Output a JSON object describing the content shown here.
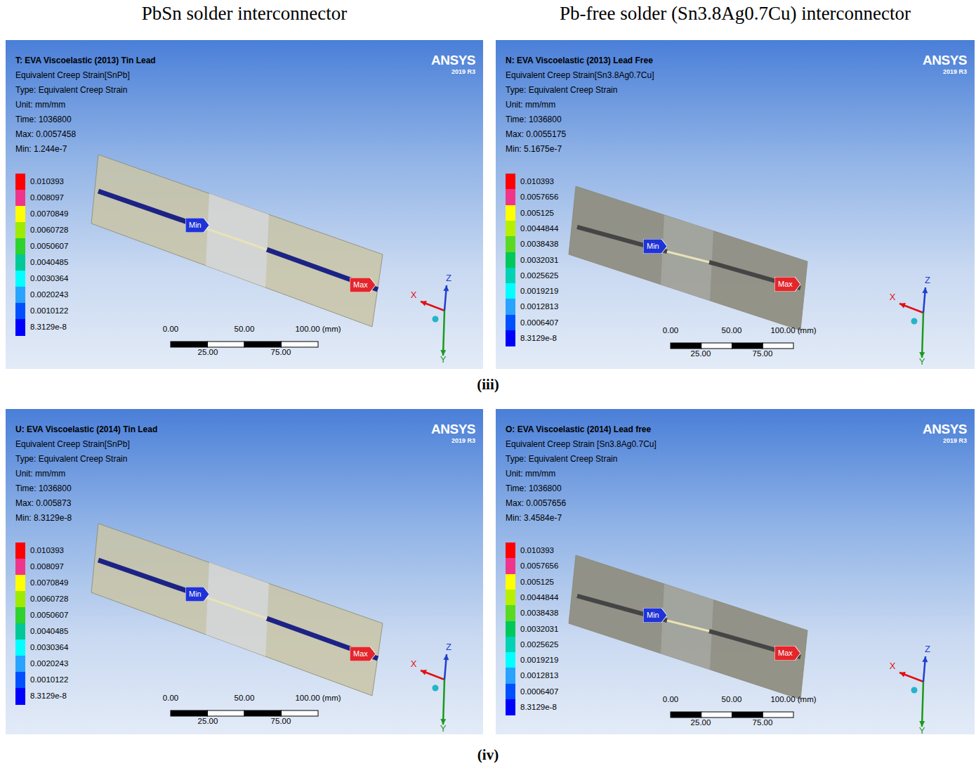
{
  "diagram": {
    "nodes": [
      {
        "text": [
          "T: EVA Viscoelastic (2013) Tin Lead",
          "Equivalent Creep Strain[SnPb]",
          "Type: Equivalent Creep Strain",
          "Unit: mm/mm",
          "Time: 1036800",
          "Max: 0.0057458",
          "Min: 1.244e-7",
          "ANSYS",
          "2019 R3"
        ]
      },
      {
        "text": [
          "Min"
        ],
        "in": 0
      },
      {
        "text": [
          "Max"
        ],
        "in": 0
      },
      {
        "text": [
          "N: EVA Viscoelastic (2013) Lead Free",
          "Equivalent Creep Strain[Sn3.8Ag0.7Cu]",
          "Type: Equivalent Creep Strain",
          "Unit: mm/mm",
          "Time: 1036800",
          "Max: 0.0055175",
          "Min: 5.1675e-7",
          "ANSYS",
          "2019 R3"
        ]
      },
      {
        "text": [
          "Min"
        ],
        "in": 3
      },
      {
        "text": [
          "Max"
        ],
        "in": 3
      },
      {
        "text": [
          "U: EVA Viscoelastic (2014) Tin Lead",
          "Equivalent Creep Strain[SnPb]",
          "Type: Equivalent Creep Strain",
          "Unit: mm/mm",
          "Time: 1036800",
          "Max: 0.005873",
          "Min: 8.3129e-8",
          "ANSYS",
          "2019 R3"
        ]
      },
      {
        "text": [
          "Min"
        ],
        "in": 6
      },
      {
        "text": [
          "Max"
        ],
        "in": 6
      },
      {
        "text": [
          "O: EVA Viscoelastic (2014) Lead free",
          "Equivalent Creep Strain [Sn3.8Ag0.7Cu]",
          "Type: Equivalent Creep Strain",
          "Unit: mm/mm",
          "Time: 1036800",
          "Max: 0.0057656",
          "Min: 3.4584e-7",
          "ANSYS",
          "2019 R3"
        ]
      },
      {
        "text": [
          "Min"
        ],
        "in": 9
      },
      {
        "text": [
          "Max"
        ],
        "in": 9
      }
    ],
    "labels": [
      "PbSn solder interconnector",
      "Pb-free solder (Sn3.8Ag0.7Cu) interconnector",
      "0.00",
      "50.00",
      "100.00 (mm)",
      "25.00",
      "75.00",
      "X",
      "Z",
      "Y",
      "0.00",
      "50.00",
      "100.00 (mm)",
      "25.00",
      "75.00",
      "X",
      "Z",
      "Y",
      "0.00",
      "50.00",
      "100.00 (mm)",
      "25.00",
      "75.00",
      "X",
      "Z",
      "Y",
      "0.00",
      "50.00",
      "100.00 (mm)",
      "25.00",
      "75.00",
      "X",
      "Z",
      "Y",
      "(iii)",
      "(iv)"
    ],
    "legend": [
      {
        "text": "0.010393",
        "color": "#ff0000"
      },
      {
        "text": "0.008097",
        "color": "#f0348c"
      },
      {
        "text": "0.0070849",
        "color": "#ffff00"
      },
      {
        "text": "0.0060728",
        "color": "#9eea00"
      },
      {
        "text": "0.0050607",
        "color": "#2fd12f"
      },
      {
        "text": "0.0040485",
        "color": "#00c896"
      },
      {
        "text": "0.0030364",
        "color": "#00ffff"
      },
      {
        "text": "0.0020243",
        "color": "#29a3ff"
      },
      {
        "text": "0.0010122",
        "color": "#0050ff"
      },
      {
        "text": "8.3129e-8",
        "color": "#0000ff"
      },
      {
        "text": "0.010393",
        "color": "#ff0000"
      },
      {
        "text": "0.0057656",
        "color": "#f0348c"
      },
      {
        "text": "0.005125",
        "color": "#ffff00"
      },
      {
        "text": "0.0044844",
        "color": "#b6f000"
      },
      {
        "text": "0.0038438",
        "color": "#5ad923"
      },
      {
        "text": "0.0032031",
        "color": "#00c85a"
      },
      {
        "text": "0.0025625",
        "color": "#00d2b4"
      },
      {
        "text": "0.0019219",
        "color": "#00ffff"
      },
      {
        "text": "0.0012813",
        "color": "#29a3ff"
      },
      {
        "text": "0.0006407",
        "color": "#0050ff"
      },
      {
        "text": "8.3129e-8",
        "color": "#0000ff"
      },
      {
        "text": "0.010393",
        "color": "#ff0000"
      },
      {
        "text": "0.008097",
        "color": "#f0348c"
      },
      {
        "text": "0.0070849",
        "color": "#ffff00"
      },
      {
        "text": "0.0060728",
        "color": "#9eea00"
      },
      {
        "text": "0.0050607",
        "color": "#2fd12f"
      },
      {
        "text": "0.0040485",
        "color": "#00c896"
      },
      {
        "text": "0.0030364",
        "color": "#00ffff"
      },
      {
        "text": "0.0020243",
        "color": "#29a3ff"
      },
      {
        "text": "0.0010122",
        "color": "#0050ff"
      },
      {
        "text": "8.3129e-8",
        "color": "#0000ff"
      },
      {
        "text": "0.010393",
        "color": "#ff0000"
      },
      {
        "text": "0.0057656",
        "color": "#f0348c"
      },
      {
        "text": "0.005125",
        "color": "#ffff00"
      },
      {
        "text": "0.0044844",
        "color": "#b6f000"
      },
      {
        "text": "0.0038438",
        "color": "#5ad923"
      },
      {
        "text": "0.0032031",
        "color": "#00c85a"
      },
      {
        "text": "0.0025625",
        "color": "#00d2b4"
      },
      {
        "text": "0.0019219",
        "color": "#00ffff"
      },
      {
        "text": "0.0012813",
        "color": "#29a3ff"
      },
      {
        "text": "0.0006407",
        "color": "#0050ff"
      },
      {
        "text": "8.3129e-8",
        "color": "#0000ff"
      }
    ]
  }
}
